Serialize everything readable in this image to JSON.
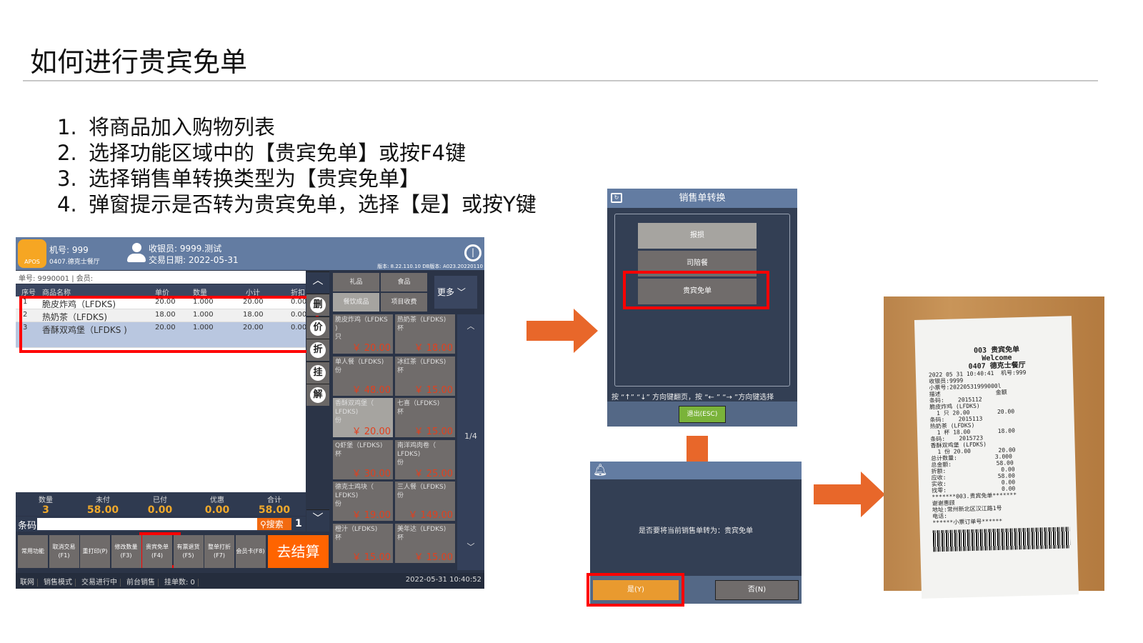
{
  "title": "如何进行贵宾免单",
  "steps": [
    {
      "n": "1.",
      "t": "将商品加入购物列表"
    },
    {
      "n": "2.",
      "t": "选择功能区域中的【贵宾免单】或按F4键"
    },
    {
      "n": "3.",
      "t": "选择销售单转换类型为【贵宾免单】"
    },
    {
      "n": "4.",
      "t": "弹窗提示是否转为贵宾免单，选择【是】或按Y键"
    }
  ],
  "pos": {
    "logo": "APOS",
    "machine": "机号: 999",
    "store": "0407.德克士餐厅",
    "cashier": "收银员: 9999.测试",
    "date": "交易日期:   2022-05-31",
    "version": "版本: 8.22.110.10 DB版本: A023.20220110",
    "order_no": "单号:   9990001   | 会员:",
    "columns": [
      "序号",
      "商品名称",
      "单价",
      "数量",
      "小计",
      "折扣"
    ],
    "rows": [
      {
        "no": "1",
        "name": "脆皮炸鸡（LFDKS)",
        "price": "20.00",
        "qty": "1.000",
        "sub": "20.00",
        "disc": "0.00"
      },
      {
        "no": "2",
        "name": "热奶茶（LFDKS)",
        "price": "18.00",
        "qty": "1.000",
        "sub": "18.00",
        "disc": "0.00"
      },
      {
        "no": "3",
        "name": "香酥双鸡堡（LFDKS )",
        "price": "20.00",
        "qty": "1.000",
        "sub": "20.00",
        "disc": "0.00"
      }
    ],
    "summary": [
      {
        "l": "数量",
        "v": "3"
      },
      {
        "l": "未付",
        "v": "58.00"
      },
      {
        "l": "已付",
        "v": "0.00"
      },
      {
        "l": "优惠",
        "v": "0.00"
      },
      {
        "l": "合计",
        "v": "58.00"
      }
    ],
    "barcode_label": "条码",
    "search": "搜索",
    "search_qty": "1",
    "side_buttons": [
      "删",
      "价",
      "折",
      "挂",
      "解"
    ],
    "func_buttons": [
      "常用功能",
      "取消交易 (F1)",
      "重打印(P)",
      "修改数量 (F3)",
      "贵宾免单 (F4)",
      "有票退货 (F5)",
      "整单打折 (F7)",
      "会员卡(F8)"
    ],
    "checkout": "去结算",
    "tabs": [
      "礼品",
      "食品",
      "餐饮成品",
      "项目收费"
    ],
    "more": "更多",
    "products": [
      {
        "n": "脆皮炸鸡（LFDKS )",
        "u": "只",
        "p": "￥ 20.00"
      },
      {
        "n": "热奶茶（LFDKS)",
        "u": "杯",
        "p": "￥ 18.00"
      },
      {
        "n": "单人餐（LFDKS)",
        "u": "份",
        "p": "￥ 48.00"
      },
      {
        "n": "冰红茶（LFDKS)",
        "u": "杯",
        "p": "￥ 15.00"
      },
      {
        "n": "香酥双鸡堡（ LFDKS)",
        "u": "份",
        "p": "￥ 20.00"
      },
      {
        "n": "七喜（LFDKS)",
        "u": "杯",
        "p": "￥ 15.00"
      },
      {
        "n": "Q虾堡（LFDKS)",
        "u": "杯",
        "p": "￥ 30.00"
      },
      {
        "n": "南洋鸡肉卷（ LFDKS)",
        "u": "份",
        "p": "￥ 25.00"
      },
      {
        "n": "德克士鸡块（ LFDKS)",
        "u": "份",
        "p": "￥ 19.00"
      },
      {
        "n": "三人餐（LFDKS)",
        "u": "份",
        "p": "￥ 149.00"
      },
      {
        "n": "橙汁（LFDKS)",
        "u": "杯",
        "p": "￥ 15.00"
      },
      {
        "n": "美年达（LFDKS)",
        "u": "杯",
        "p": "￥ 15.00"
      }
    ],
    "page": "1/4",
    "status": [
      "联网",
      "销售模式",
      "交易进行中",
      "前台销售",
      "挂单数: 0"
    ],
    "clock": "2022-05-31 10:40:52"
  },
  "convert_dialog": {
    "title": "销售单转换",
    "options": [
      "报损",
      "司陪餐",
      "贵宾免单"
    ],
    "hint": "按 “↑” “↓” 方向键翻页，按 “← ” “→ ”方向键选择",
    "exit": "退出(ESC)"
  },
  "confirm_dialog": {
    "message": "是否要将当前销售单转为：贵宾免单",
    "yes": "是(Y)",
    "no": "否(N)"
  },
  "receipt": {
    "lines": [
      "003 贵宾免单",
      "Welcome",
      "0407 德克士餐厅",
      "2022 05 31 10:40:41  机号:999",
      "收银员:9999",
      "小票号:20220531999000l",
      "描述                金额",
      "条码:    2015112",
      "脆皮炸鸡 (LFDKS)",
      "  1 只 20.00        20.00",
      "条码:    2015113",
      "热奶茶 (LFDKS)",
      "  1 杯 18.00        18.00",
      "条码:    2015723",
      "香酥双鸡堡 (LFDKS)",
      "  1 份 20.00        20.00",
      "总计数量:           3.000",
      "总金额:             58.00",
      "折额:                0.00",
      "应收:               58.00",
      "实收:                0.00",
      "找零:                0.00",
      "*******003.贵宾免单*******",
      "谢谢惠顾",
      "地址:常州新北区汉江路1号",
      "电话:",
      "******小票订单号******"
    ]
  },
  "colors": {
    "accent": "#e8672a",
    "header": "#637ca2",
    "red": "#ff0000"
  }
}
